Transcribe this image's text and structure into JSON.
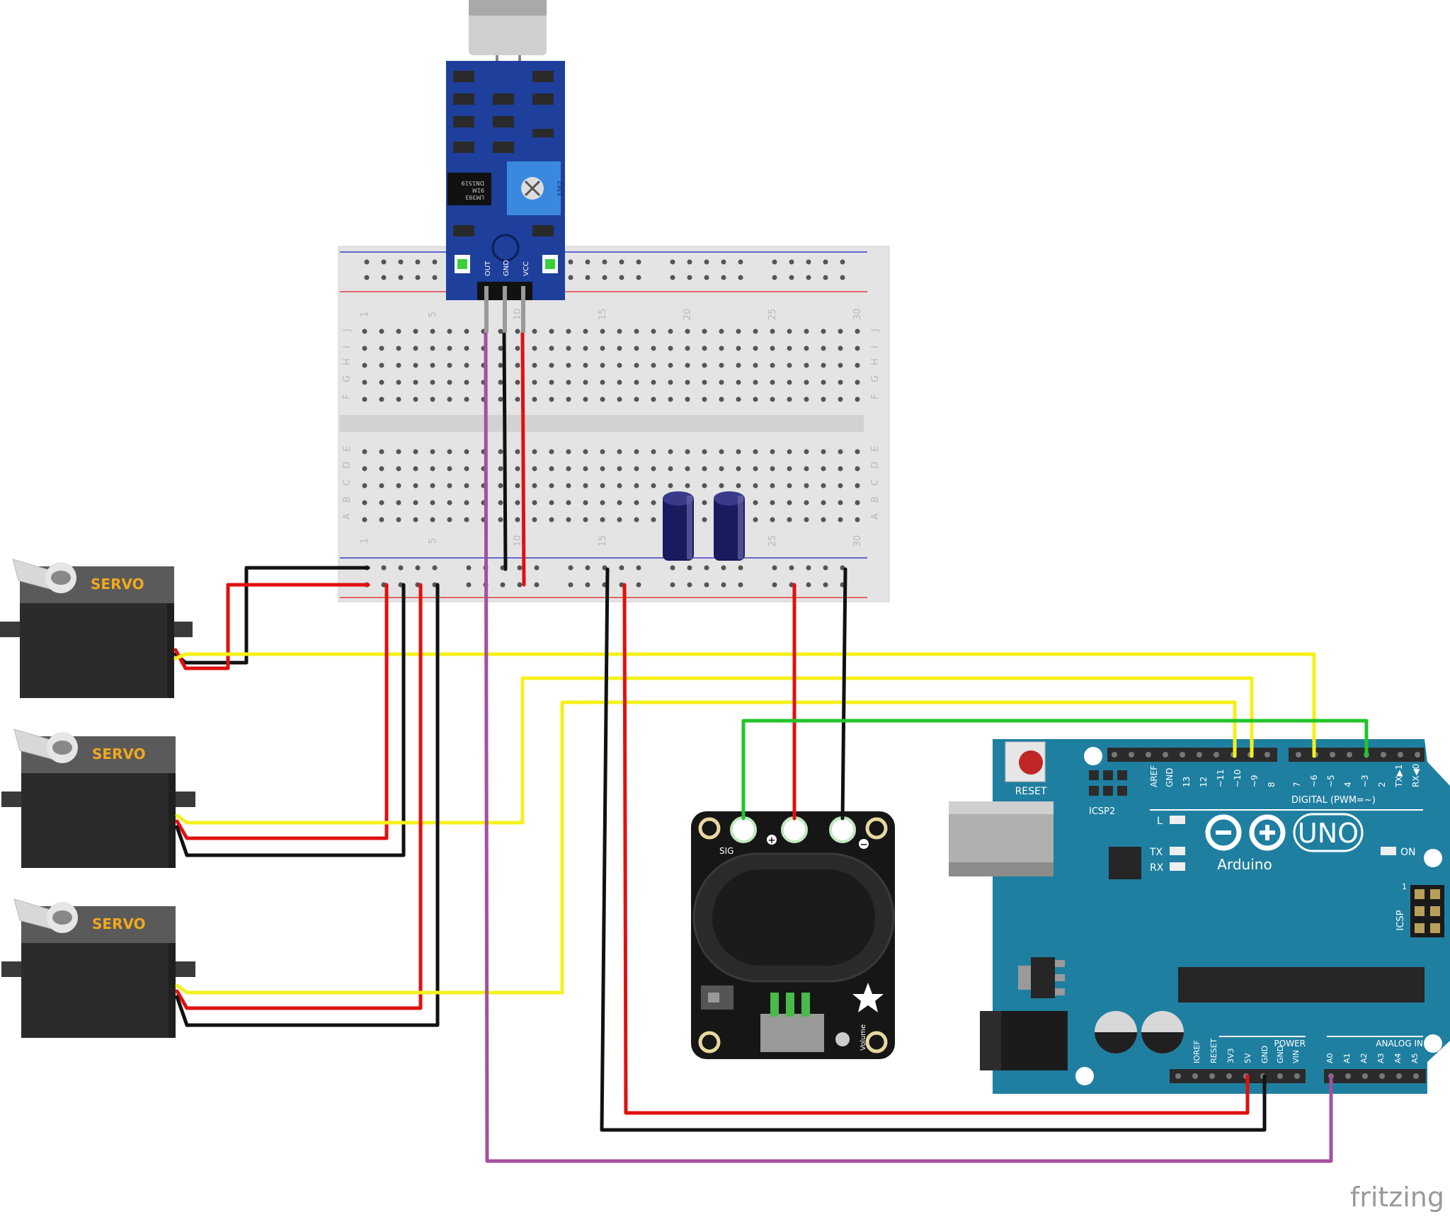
{
  "servos": {
    "label": "SERVO",
    "label_color": "#f0a81e",
    "body_color": "#2b2b2b"
  },
  "sound_sensor": {
    "pin_out": "OUT",
    "pin_gnd": "GND",
    "pin_vcc": "VCC",
    "chip_text": [
      "LM393",
      "91M",
      "DN1519"
    ],
    "pot_text": "3362",
    "board_color": "#1e3f9c"
  },
  "breadboard": {
    "top_numbers": [
      "1",
      "5",
      "10",
      "15",
      "20",
      "25",
      "30"
    ],
    "bottom_numbers": [
      "1",
      "5",
      "10",
      "15",
      "20",
      "25",
      "30"
    ],
    "row_letters_top": [
      "J",
      "I",
      "H",
      "G",
      "F"
    ],
    "row_letters_bottom": [
      "E",
      "D",
      "C",
      "B",
      "A"
    ]
  },
  "amplifier": {
    "pin_sig": "SIG",
    "pin_plus": "+",
    "pin_minus": "−",
    "volume_label": "Volume"
  },
  "arduino": {
    "reset_label": "RESET",
    "icsp2_label": "ICSP2",
    "icsp_label": "ICSP",
    "aref": "AREF",
    "gnd": "GND",
    "digital_pins": [
      "13",
      "12",
      "~11",
      "~10",
      "~9",
      "8"
    ],
    "digital_pins_2": [
      "7",
      "~6",
      "~5",
      "4",
      "~3",
      "2",
      "TX▶1",
      "RX◀0"
    ],
    "digital_label": "DIGITAL (PWM=~)",
    "led_l": "L",
    "led_tx": "TX",
    "led_rx": "RX",
    "led_on": "ON",
    "brand": "Arduino",
    "model": "UNO",
    "power_label": "POWER",
    "power_pins": [
      "IOREF",
      "RESET",
      "3V3",
      "5V",
      "GND",
      "GND",
      "VIN"
    ],
    "analog_label": "ANALOG IN",
    "analog_pins": [
      "A0",
      "A1",
      "A2",
      "A3",
      "A4",
      "A5"
    ],
    "icsp_num": "1",
    "board_color": "#1f7fa0"
  },
  "wire_colors": {
    "red": "#e01010",
    "black": "#111111",
    "yellow": "#f4f01c",
    "green": "#22c42a",
    "purple": "#a3509e"
  },
  "watermark": "fritzing"
}
